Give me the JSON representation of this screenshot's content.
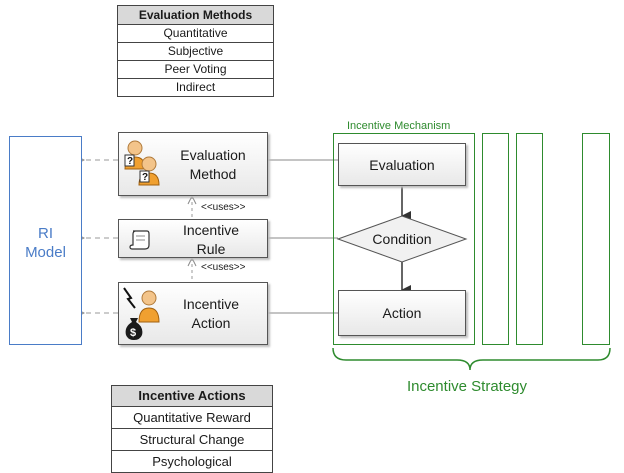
{
  "evaluation_methods": {
    "header": "Evaluation Methods",
    "rows": [
      "Quantitative",
      "Subjective",
      "Peer Voting",
      "Indirect"
    ]
  },
  "incentive_actions": {
    "header": "Incentive Actions",
    "rows": [
      "Quantitative Reward",
      "Structural Change",
      "Psychological"
    ]
  },
  "ri_model": {
    "line1": "RI",
    "line2": "Model"
  },
  "components": {
    "evaluation_method": {
      "line1": "Evaluation",
      "line2": "Method"
    },
    "incentive_rule": {
      "line1": "Incentive",
      "line2": "Rule"
    },
    "incentive_action": {
      "line1": "Incentive",
      "line2": "Action"
    }
  },
  "uses_label_1": "<<uses>>",
  "uses_label_2": "<<uses>>",
  "mechanism": {
    "title": "Incentive Mechanism",
    "evaluation": "Evaluation",
    "condition": "Condition",
    "action": "Action"
  },
  "strategy_label": "Incentive Strategy",
  "colors": {
    "green": "#2e8b2e",
    "blue": "#4a7cc7",
    "gray": "#9a9a9a"
  }
}
